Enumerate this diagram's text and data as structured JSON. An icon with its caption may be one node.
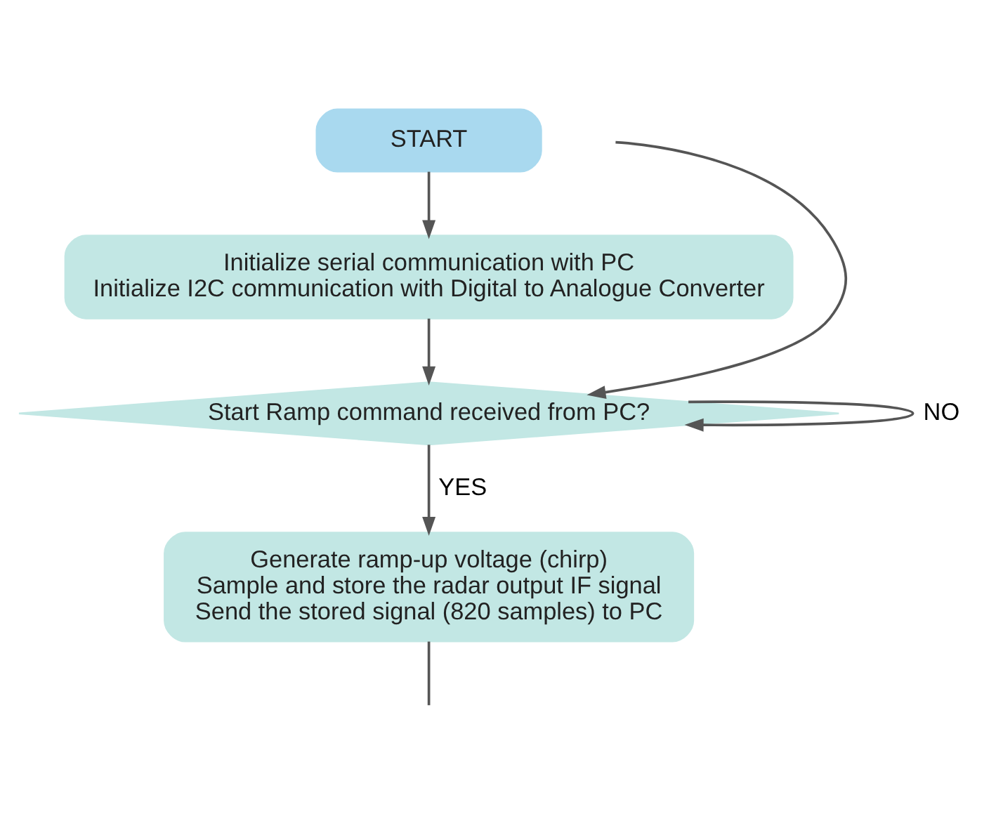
{
  "diagram": {
    "nodes": [
      {
        "text": [
          "START"
        ]
      },
      {
        "text": [
          "Initialize serial communication with PC",
          "Initialize I2C communication with Digital to Analogue Converter"
        ]
      },
      {
        "text": [
          "Start Ramp command received from PC?"
        ]
      },
      {
        "text": [
          "Generate ramp-up voltage (chirp)",
          "Sample and store the radar output IF signal",
          "Send the stored signal (820 samples) to PC"
        ]
      }
    ],
    "edges": [
      {
        "from": 0,
        "to": 1,
        "arrow": "to"
      },
      {
        "from": 1,
        "to": 2,
        "arrow": "to"
      },
      {
        "from": 2,
        "to": 2,
        "arrow": "to",
        "label": "NO"
      },
      {
        "from": 2,
        "to": 3,
        "arrow": "to",
        "label": "YES"
      },
      {
        "from": null,
        "to": 2,
        "arrow": "to"
      },
      {
        "from": 3,
        "to": null,
        "arrow": "none"
      }
    ]
  }
}
